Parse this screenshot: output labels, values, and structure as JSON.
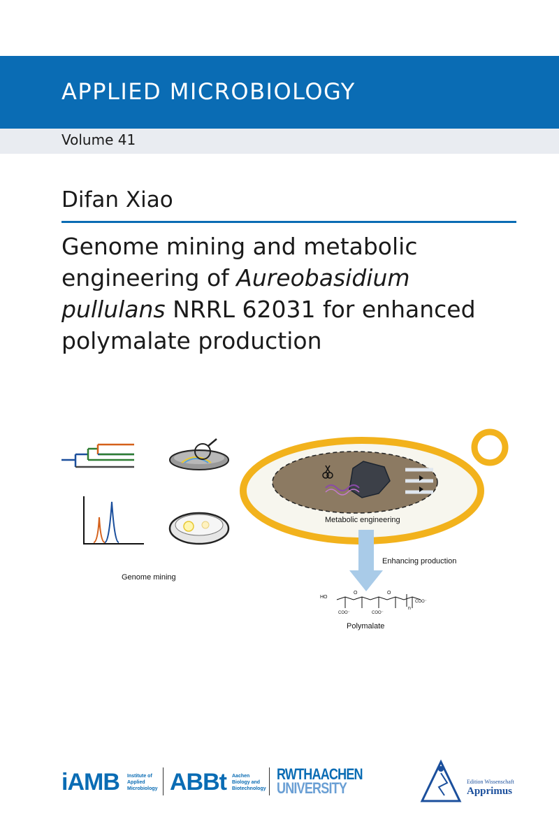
{
  "series": {
    "title": "APPLIED MICROBIOLOGY",
    "volume": "Volume 41"
  },
  "author": "Difan Xiao",
  "title": {
    "line1": "Genome mining and metabolic",
    "line2_a": "engineering of ",
    "line2_b": "Aureobasidium",
    "line3_a": "pullulans",
    "line3_b": " NRRL 62031 for enhanced",
    "line4": "polymalate production"
  },
  "figure": {
    "genome_mining": "Genome mining",
    "metabolic_engineering": "Metabolic engineering",
    "enhancing_production": "Enhancing production",
    "polymalate": "Polymalate",
    "chem_ho": "HO",
    "chem_o1": "O",
    "chem_o2": "O",
    "chem_n": "n",
    "chem_coo1": "COO⁻",
    "chem_coo2": "COO⁻",
    "chem_coo3": "COO⁻"
  },
  "logos": {
    "iamb": "iAMB",
    "iamb_sub1": "Institute of",
    "iamb_sub2": "Applied",
    "iamb_sub3": "Microbiology",
    "abbt": "ABBt",
    "abbt_sub1": "Aachen",
    "abbt_sub2": "Biology and",
    "abbt_sub3": "Biotechnology",
    "rwth1": "RWTHAACHEN",
    "rwth2": "UNIVERSITY",
    "apprimus_sub": "Edition Wissenschaft",
    "apprimus": "Apprimus"
  },
  "colors": {
    "brand_blue": "#0a6cb4",
    "cell_yellow": "#f2b21c",
    "arrow_blue": "#a9cbe8"
  }
}
